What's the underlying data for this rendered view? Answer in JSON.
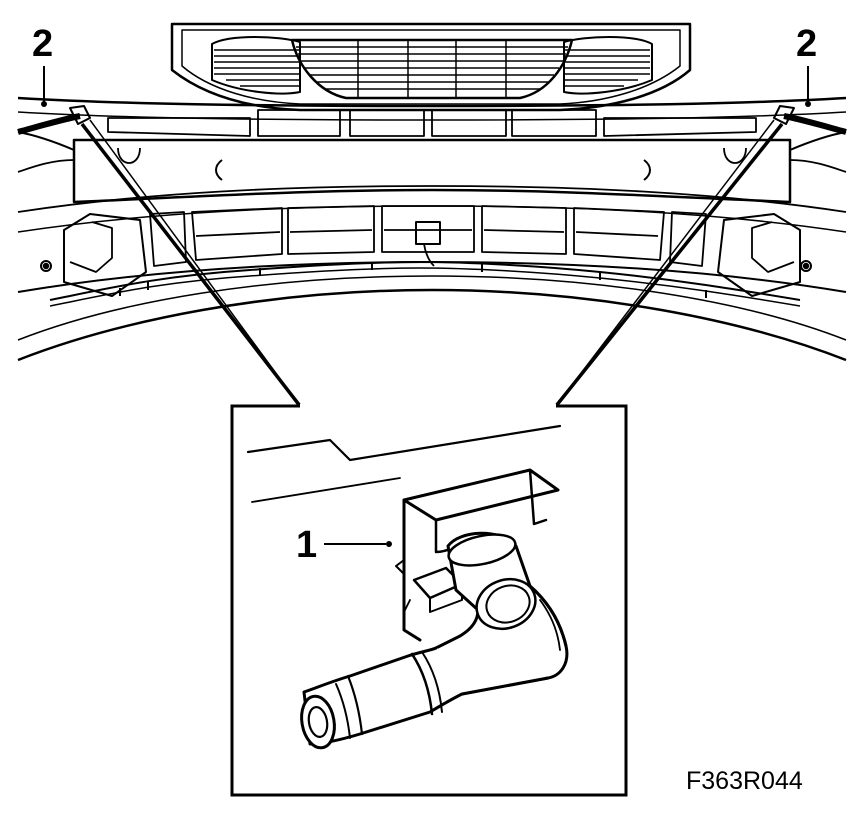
{
  "figure": {
    "id": "F363R044",
    "callouts": {
      "left_2": "2",
      "right_2": "2",
      "part_1": "1"
    }
  }
}
